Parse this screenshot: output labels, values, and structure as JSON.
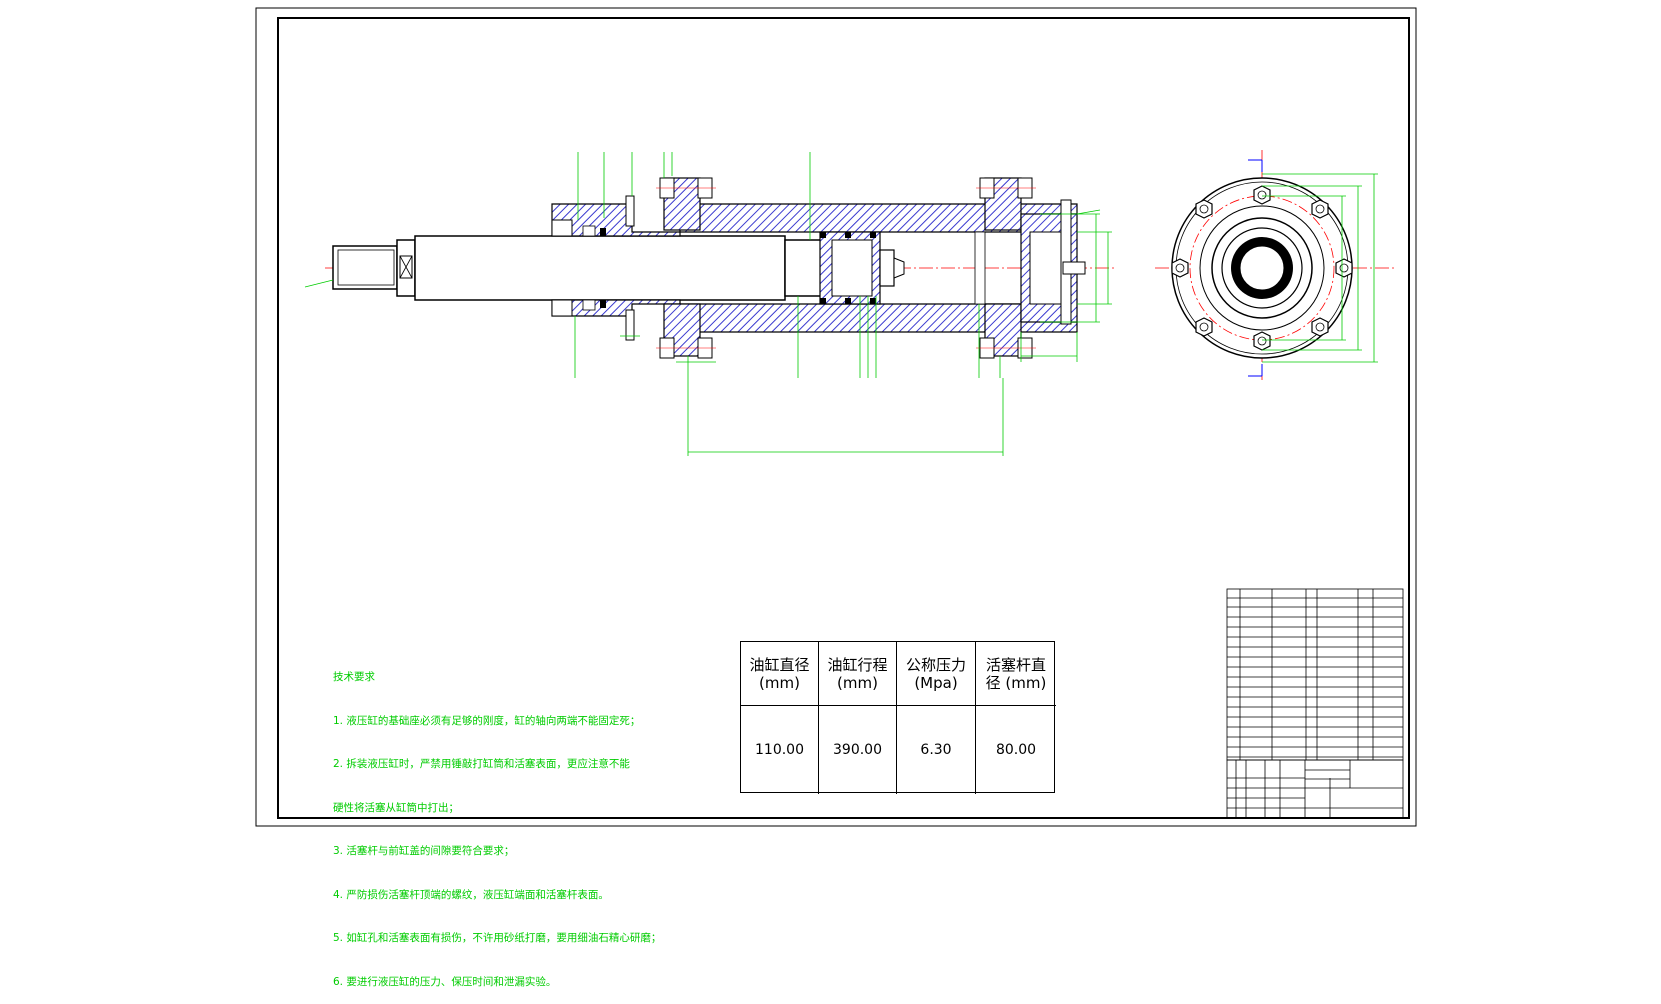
{
  "technical_notes": {
    "title": "技术要求",
    "lines": [
      "1. 液压缸的基础座必须有足够的刚度，缸的轴向两端不能固定死；",
      "2. 拆装液压缸时，严禁用锤敲打缸筒和活塞表面，更应注意不能",
      "硬性将活塞从缸筒中打出；",
      "3. 活塞杆与前缸盖的间隙要符合要求；",
      "4. 严防损伤活塞杆顶端的螺纹，液压缸端面和活塞杆表面。",
      "5. 如缸孔和活塞表面有损伤，不许用砂纸打磨，要用细油石精心研磨；",
      "6. 要进行液压缸的压力、保压时间和泄漏实验。"
    ]
  },
  "spec_table": {
    "headers": [
      "油缸直径\n(mm)",
      "油缸行程\n(mm)",
      "公称压力\n(Mpa)",
      "活塞杆直\n径 (mm)"
    ],
    "values": [
      "110.00",
      "390.00",
      "6.30",
      "80.00"
    ]
  },
  "colors": {
    "outline": "#000000",
    "dimension": "#00cc00",
    "centerline": "#ff0000",
    "hatch_fill": "#6a6adb",
    "part": "#000000"
  }
}
